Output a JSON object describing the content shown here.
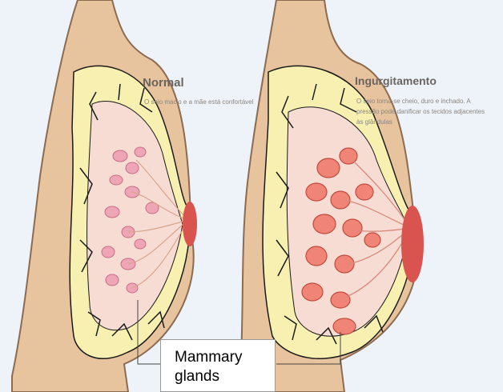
{
  "panels": {
    "normal": {
      "title": "Normal",
      "description": "O seio macio e a mãe está confortável"
    },
    "engorged": {
      "title": "Ingurgitamento",
      "description": "O seio torna-se cheio, duro e inchado. A pressão pode danificar os tecidos adjacentes às glândulas"
    }
  },
  "callout": {
    "label_line1": "Mammary",
    "label_line2": "glands"
  },
  "colors": {
    "skin": "#e7c49d",
    "skin_outline": "#8b6b52",
    "fat": "#f8f0b0",
    "tissue": "#f6dcd3",
    "gland_normal": "#eea6b6",
    "gland_engorged": "#f08577",
    "nipple": "#d9534f",
    "duct_line": "#1a1a1a"
  }
}
